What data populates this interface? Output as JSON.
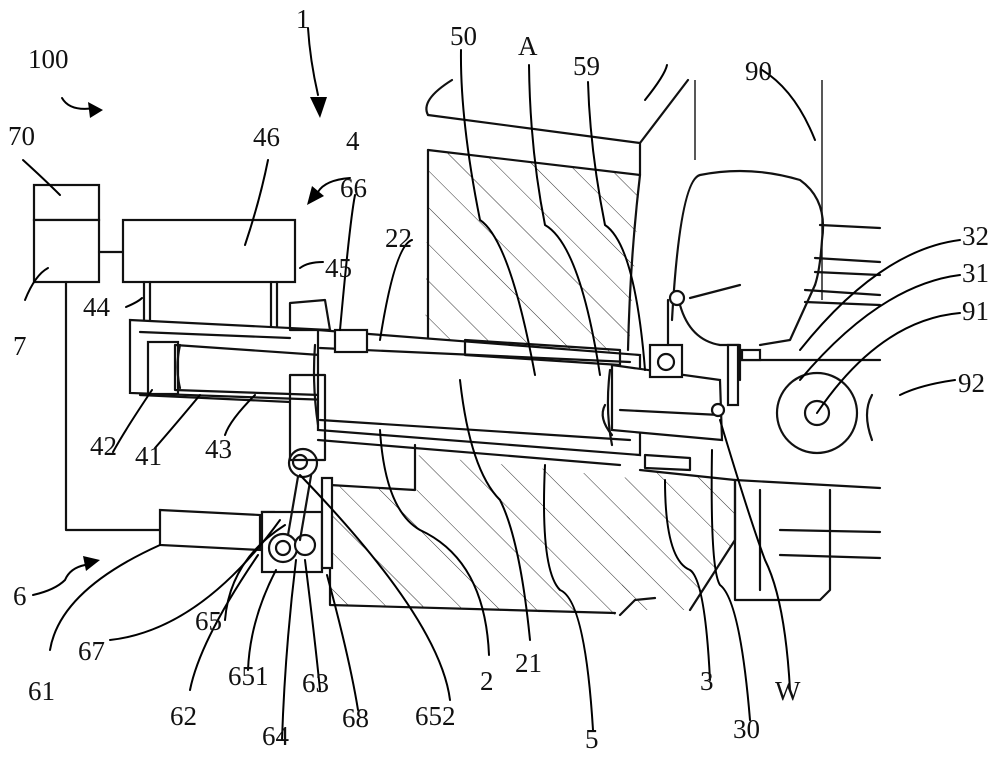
{
  "figure": {
    "type": "patent-drawing",
    "description": "Cross-sectional mechanical drawing of an apparatus with reference numerals",
    "labels": {
      "l100": "100",
      "l1": "1",
      "l4": "4",
      "l70": "70",
      "l7": "7",
      "l46": "46",
      "l66": "66",
      "l22": "22",
      "l50": "50",
      "lA": "A",
      "l59": "59",
      "l90": "90",
      "l32": "32",
      "l31": "31",
      "l91": "91",
      "l92": "92",
      "l44": "44",
      "l45": "45",
      "l42": "42",
      "l41": "41",
      "l43": "43",
      "l6": "6",
      "l61": "61",
      "l67": "67",
      "l65": "65",
      "l62": "62",
      "l651": "651",
      "l64": "64",
      "l63": "63",
      "l68": "68",
      "l652": "652",
      "l2": "2",
      "l21": "21",
      "l5": "5",
      "l3": "3",
      "l30": "30",
      "lW": "W"
    }
  }
}
